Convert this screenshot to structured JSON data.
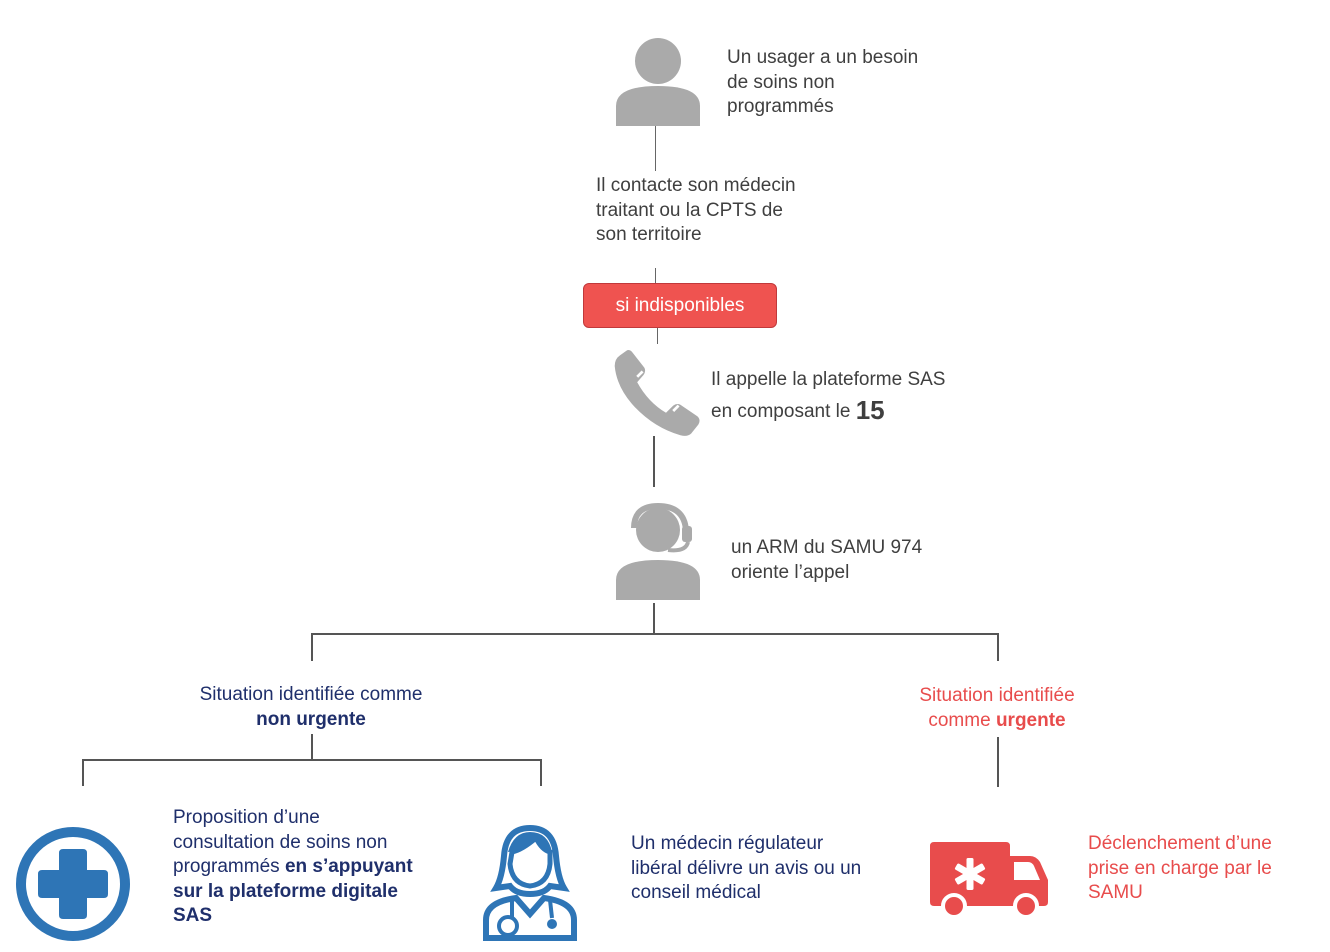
{
  "user_text": "Un usager a un besoin de soins non programmés",
  "contact_text": "Il contacte son médecin traitant ou la CPTS de son territoire",
  "unavailable_label": "si indisponibles",
  "call_text": {
    "prefix": "Il appelle la plateforme SAS en composant le",
    "number": "15"
  },
  "arm_text": "un ARM du SAMU 974 oriente l’appel",
  "non_urgent": {
    "prefix": "Situation identifiée comme",
    "emphasis": "non urgente"
  },
  "urgent": {
    "prefix": "Situation identifiée comme",
    "emphasis": "urgente"
  },
  "consultation_text": {
    "prefix": "Proposition d’une consultation de soins non programmés",
    "emphasis": "en s’appuyant sur la plateforme digitale SAS"
  },
  "regulator_text": "Un médecin régulateur libéral délivre un avis ou un conseil médical",
  "samu_text": "Déclenchement d’une prise en charge par le SAMU",
  "colors": {
    "icon_gray": "#aaaaaa",
    "navy": "#1f2f6b",
    "blue": "#2e75b6",
    "red": "#e84c4c",
    "pill": "#ef5350"
  },
  "icons": [
    "user-icon",
    "phone-icon",
    "operator-headset-icon",
    "medical-cross-icon",
    "nurse-doctor-icon",
    "ambulance-icon"
  ]
}
